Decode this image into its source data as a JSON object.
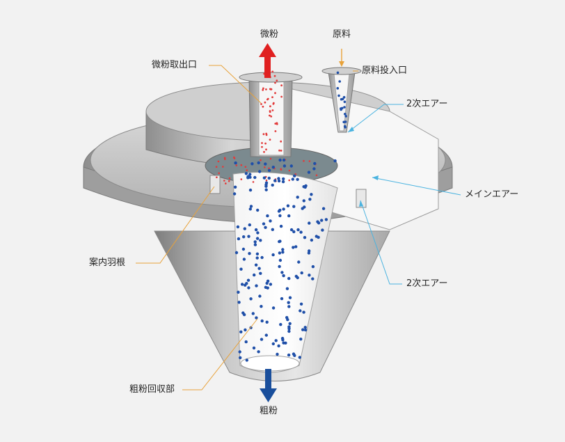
{
  "labels": {
    "fine_powder": "微粉",
    "raw_material": "原料",
    "fine_outlet": "微粉取出口",
    "raw_inlet": "原料投入口",
    "secondary_air_top": "2次エアー",
    "main_air": "メインエアー",
    "guide_vane": "案内羽根",
    "secondary_air_bottom": "2次エアー",
    "coarse_collection": "粗粉回収部",
    "coarse_powder": "粗粉"
  },
  "colors": {
    "background": "#f2f2f2",
    "fine_arrow": "#e02020",
    "coarse_arrow": "#1a4f9c",
    "fine_particle": "#e23b3b",
    "coarse_particle": "#1f4fa8",
    "leader_orange": "#e8a23a",
    "leader_blue": "#4ab3e0",
    "metal_light": "#dcdcdc",
    "metal_mid": "#bdbdbd",
    "metal_dark": "#8e8e8e"
  },
  "icons": {
    "fine_arrow": "up-arrow-icon",
    "coarse_arrow": "down-arrow-icon",
    "raw_arrow": "down-arrow-icon"
  }
}
